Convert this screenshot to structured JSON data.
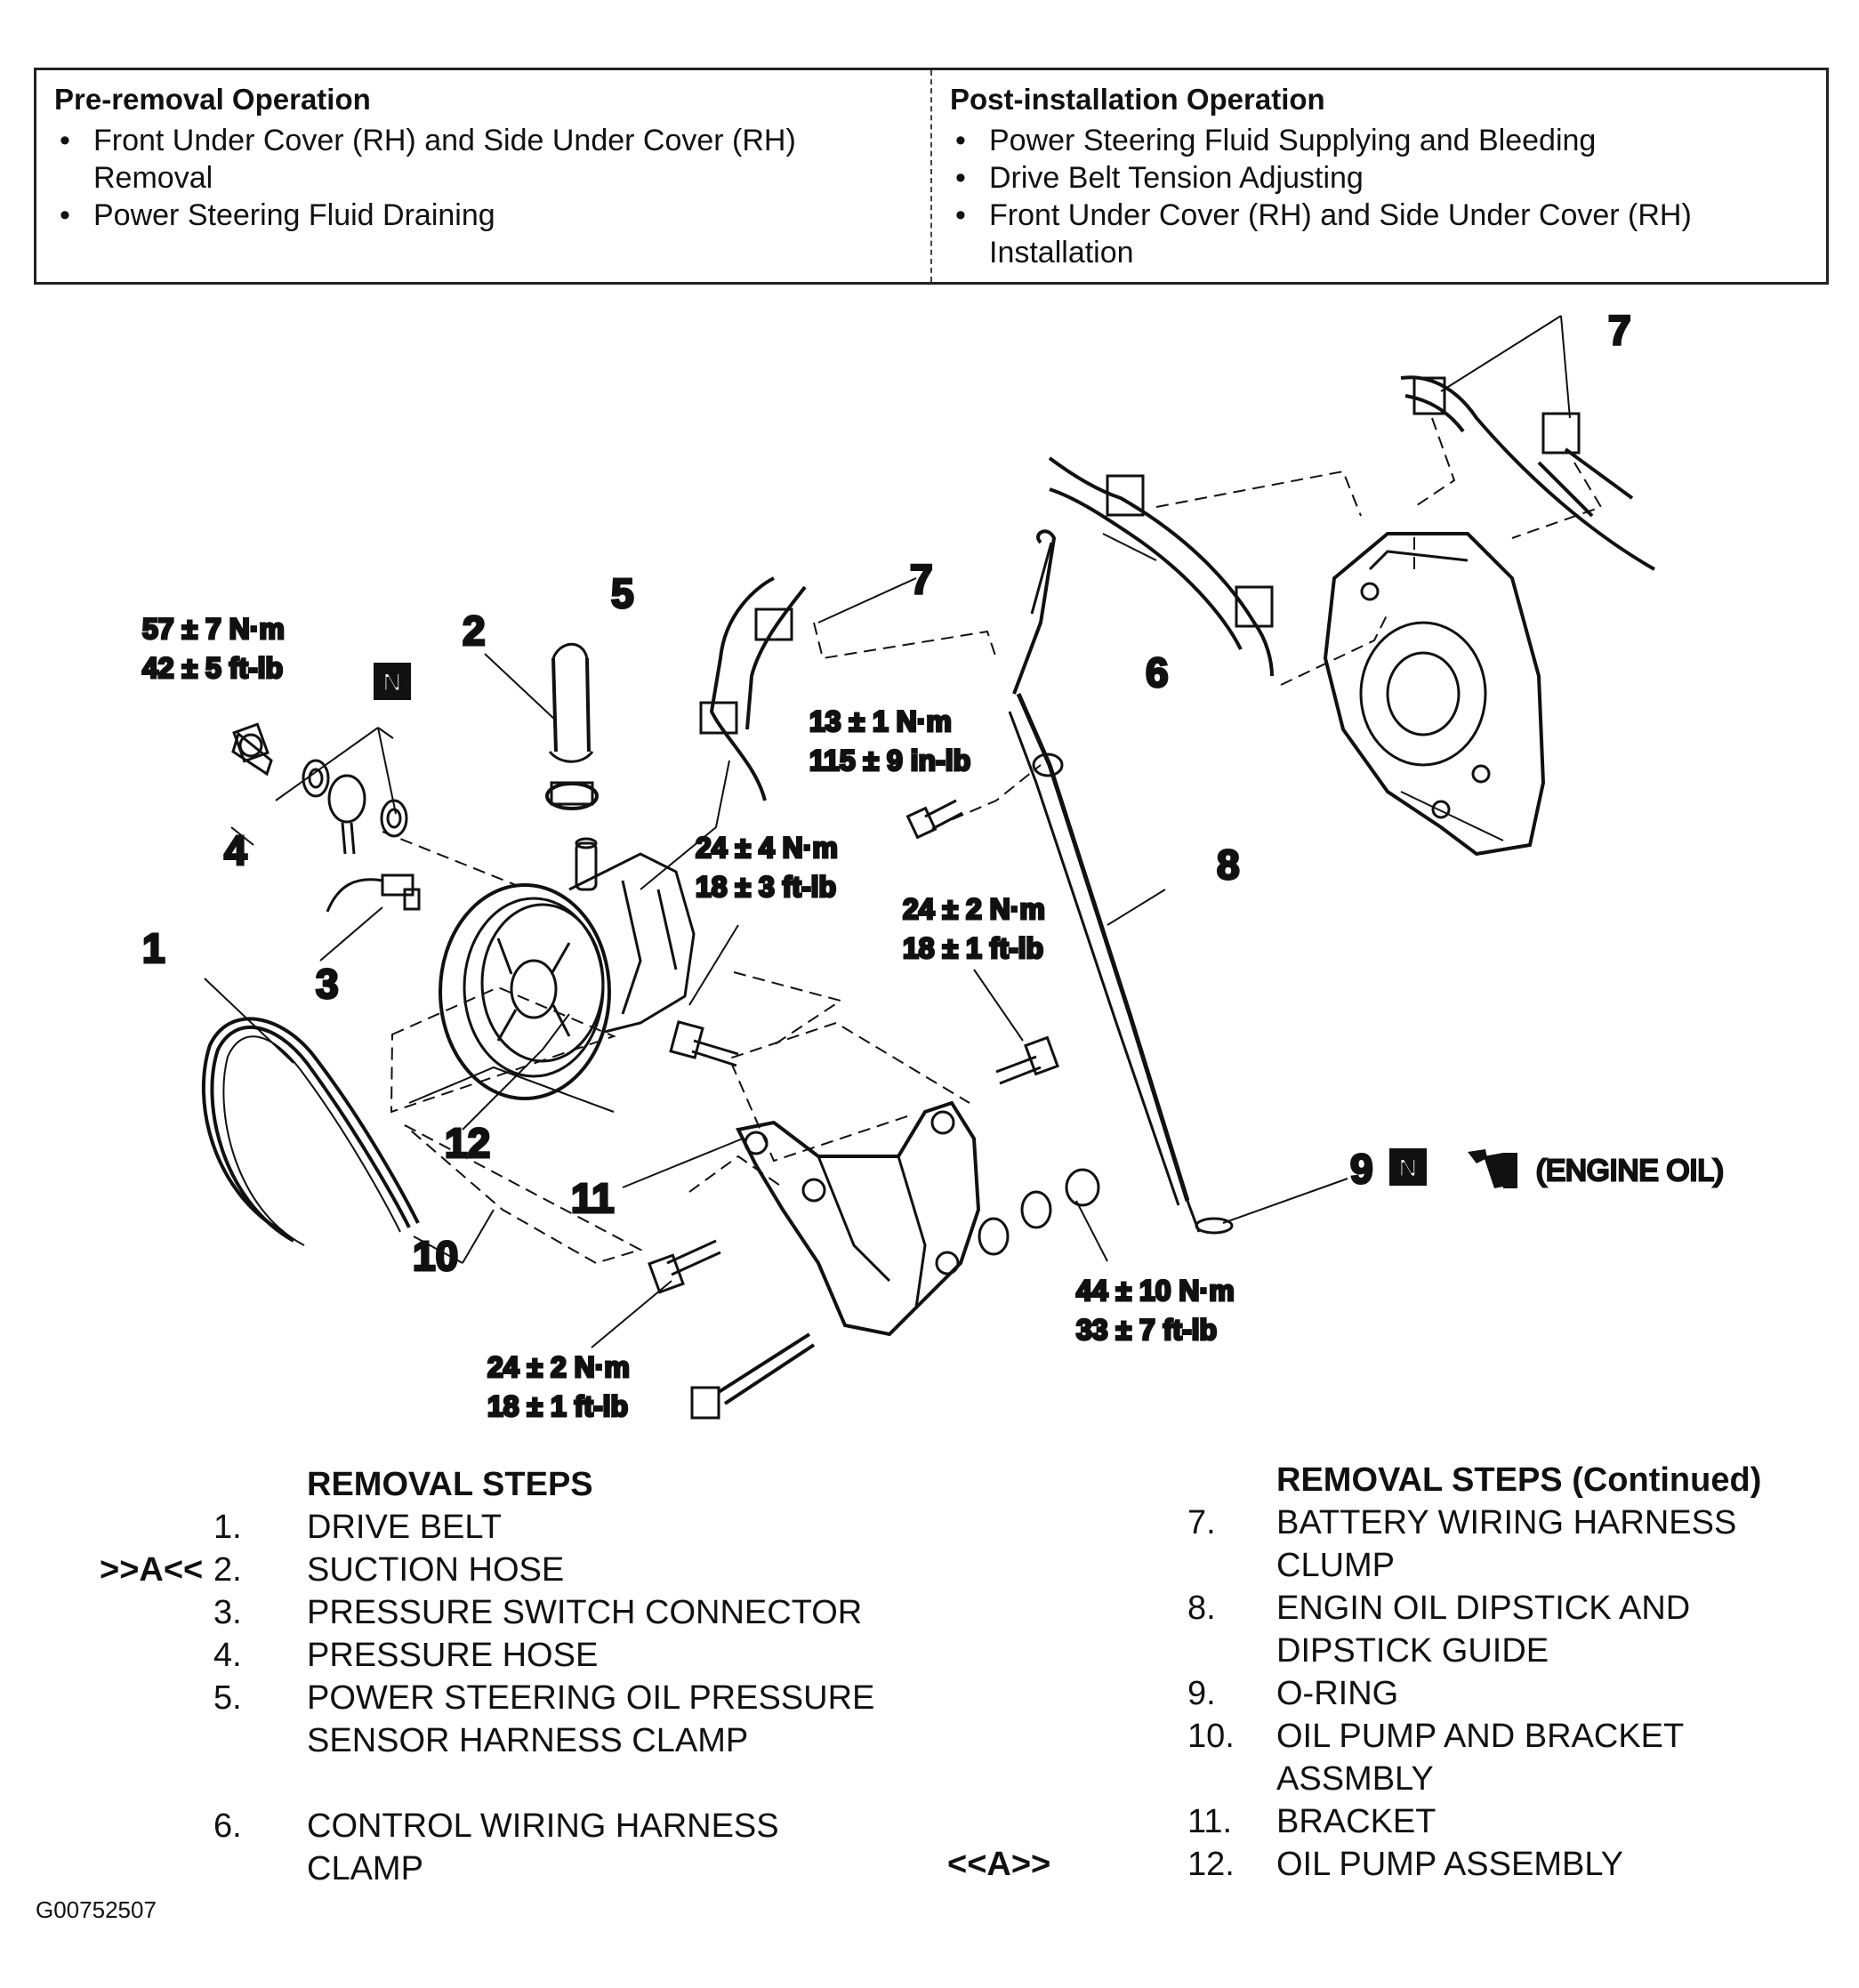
{
  "pre_removal": {
    "title": "Pre-removal Operation",
    "items": [
      "Front Under Cover (RH) and Side Under Cover (RH) Removal",
      "Power Steering Fluid Draining"
    ]
  },
  "post_installation": {
    "title": "Post-installation Operation",
    "items": [
      "Power Steering Fluid Supplying and Bleeding",
      "Drive Belt Tension Adjusting",
      "Front Under Cover (RH) and Side Under Cover (RH) Installation"
    ]
  },
  "diagram": {
    "callouts": [
      "1",
      "2",
      "3",
      "4",
      "5",
      "6",
      "7",
      "7",
      "8",
      "9",
      "10",
      "11",
      "12"
    ],
    "torques": [
      {
        "nm": "57 ± 7 N·m",
        "imp": "42 ± 5 ft-lb"
      },
      {
        "nm": "13 ± 1 N·m",
        "imp": "115 ± 9 in-lb"
      },
      {
        "nm": "24 ± 4 N·m",
        "imp": "18 ± 3 ft-lb"
      },
      {
        "nm": "24 ± 2 N·m",
        "imp": "18 ± 1 ft-lb"
      },
      {
        "nm": "44 ± 10 N·m",
        "imp": "33 ± 7 ft-lb"
      },
      {
        "nm": "24 ± 2 N·m",
        "imp": "18 ± 1 ft-lb"
      }
    ],
    "new_part_badge": "N",
    "engine_oil_note": "(ENGINE OIL)"
  },
  "removal_steps": {
    "title": "REMOVAL STEPS",
    "continued_title": "REMOVAL STEPS (Continued)",
    "left": [
      {
        "num": "1.",
        "marker": "",
        "text": "DRIVE BELT"
      },
      {
        "num": "2.",
        "marker": ">>A<<",
        "text": "SUCTION HOSE"
      },
      {
        "num": "3.",
        "marker": "",
        "text": "PRESSURE SWITCH CONNECTOR"
      },
      {
        "num": "4.",
        "marker": "",
        "text": "PRESSURE HOSE"
      },
      {
        "num": "5.",
        "marker": "",
        "text": "POWER STEERING OIL PRESSURE SENSOR HARNESS CLAMP"
      },
      {
        "num": "6.",
        "marker": "",
        "text": "CONTROL WIRING HARNESS CLAMP"
      }
    ],
    "right": [
      {
        "num": "7.",
        "marker": "",
        "text": "BATTERY WIRING HARNESS CLUMP"
      },
      {
        "num": "8.",
        "marker": "",
        "text": "ENGIN OIL DIPSTICK AND DIPSTICK GUIDE"
      },
      {
        "num": "9.",
        "marker": "",
        "text": "O-RING"
      },
      {
        "num": "10.",
        "marker": "",
        "text": "OIL PUMP AND BRACKET ASSMBLY"
      },
      {
        "num": "11.",
        "marker": "",
        "text": "BRACKET"
      },
      {
        "num": "12.",
        "marker": "<<A>>",
        "text": "OIL PUMP ASSEMBLY"
      }
    ]
  },
  "figure_id": "G00752507"
}
